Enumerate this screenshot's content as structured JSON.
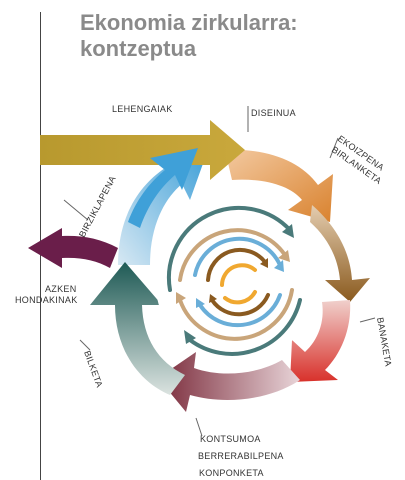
{
  "title": {
    "line1": "Ekonomia zirkularra:",
    "line2": "kontzeptua"
  },
  "labels": {
    "raw_materials": "LEHENGAIAK",
    "design": "DISEINUA",
    "production_1": "EKOIZPENA",
    "production_2": "BIRLANKETA",
    "distribution": "BANAKETA",
    "consumption_1": "KONTSUMOA",
    "consumption_2": "BERRERABILPENA",
    "consumption_3": "KONPONKETA",
    "collection": "BILKETA",
    "residual_1": "AZKEN",
    "residual_2": "HONDAKINAK",
    "recycling": "BIRZIKLAPENA"
  },
  "colors": {
    "title": "#8a8a8a",
    "raw_materials": "#c2a336",
    "design": "#e08f3a",
    "production": "#8a5a1e",
    "distribution": "#d8302a",
    "consumption": "#7a2a3a",
    "collection": "#1e5a55",
    "residual": "#6a1e4a",
    "recycling": "#3fa0d8",
    "inner_blue": "#6aaed8",
    "inner_teal": "#4a7a7a",
    "inner_tan": "#c9a57a",
    "inner_orange": "#f0a830",
    "inner_brown": "#8a5a20"
  }
}
